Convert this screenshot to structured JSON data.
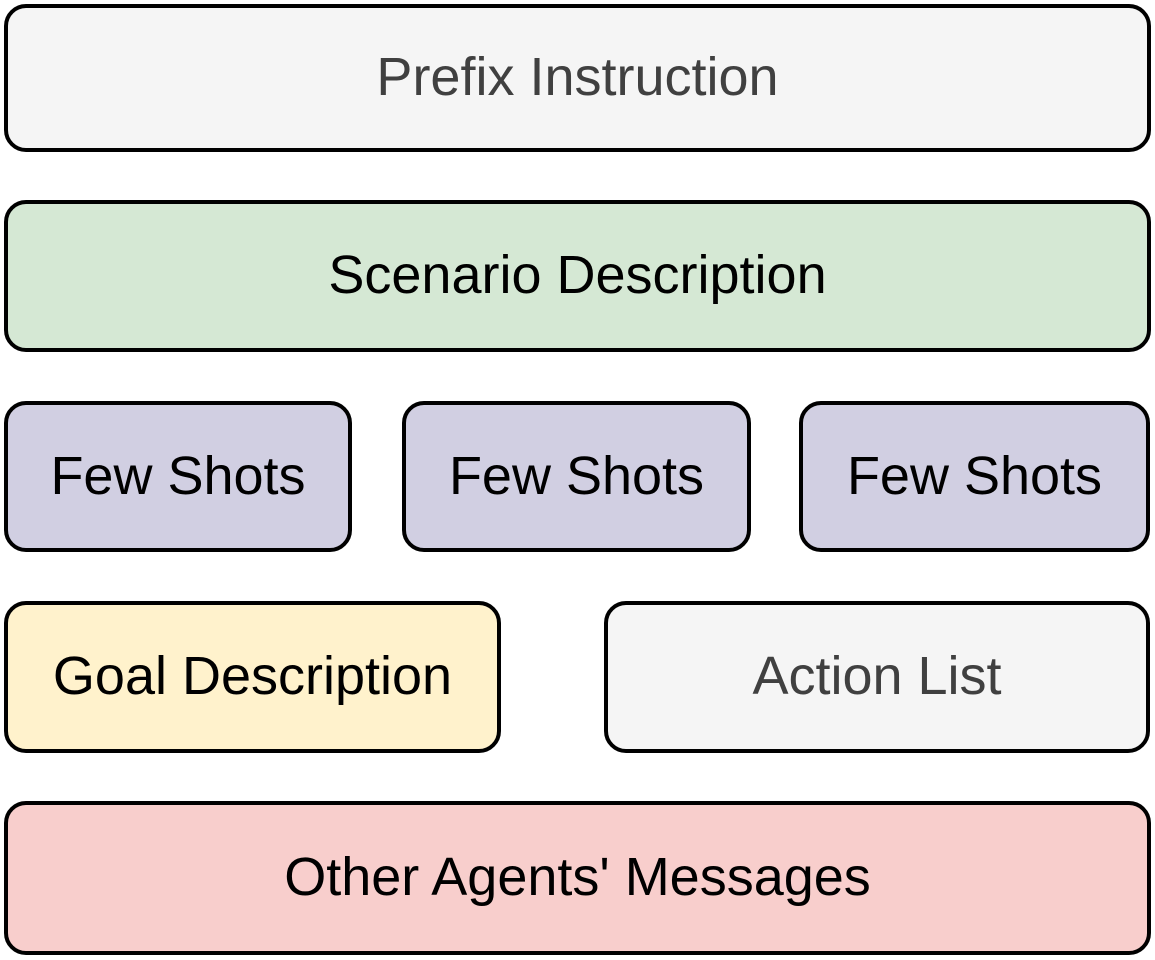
{
  "diagram": {
    "title": "prompt-structure-diagram",
    "boxes": {
      "prefix": {
        "label": "Prefix Instruction",
        "fill": "#f5f5f5",
        "text_color": "#404040"
      },
      "scenario": {
        "label": "Scenario Description",
        "fill": "#d5e8d4",
        "text_color": "#000000"
      },
      "few_1": {
        "label": "Few Shots",
        "fill": "#d1cfe2",
        "text_color": "#000000"
      },
      "few_2": {
        "label": "Few Shots",
        "fill": "#d1cfe2",
        "text_color": "#000000"
      },
      "few_3": {
        "label": "Few Shots",
        "fill": "#d1cfe2",
        "text_color": "#000000"
      },
      "goal": {
        "label": "Goal Description",
        "fill": "#fff2cc",
        "text_color": "#000000"
      },
      "action": {
        "label": "Action List",
        "fill": "#f5f5f5",
        "text_color": "#404040"
      },
      "other": {
        "label": "Other Agents' Messages",
        "fill": "#f8cecc",
        "text_color": "#000000"
      }
    },
    "border_color": "#000000",
    "background_color": "#ffffff"
  }
}
